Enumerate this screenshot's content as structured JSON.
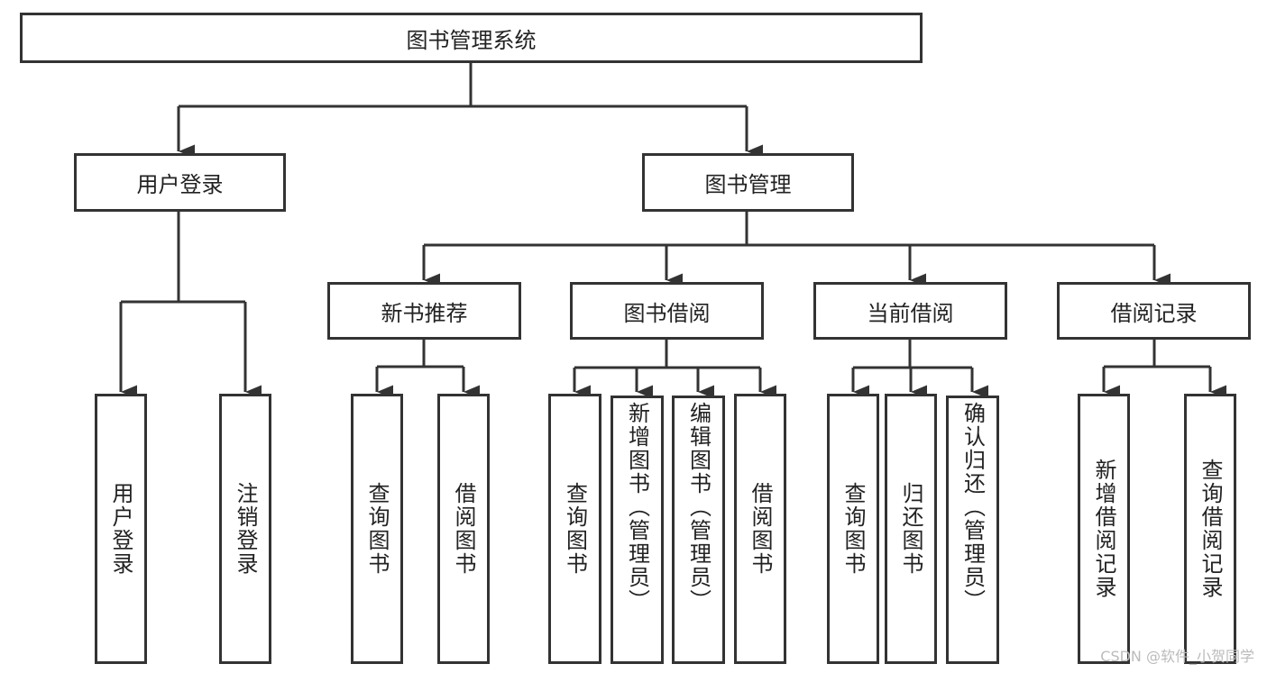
{
  "root": "图书管理系统",
  "level1": {
    "user_login": "用户登录",
    "book_mgmt": "图书管理"
  },
  "level2": {
    "new_books": "新书推荐",
    "borrow": "图书借阅",
    "current": "当前借阅",
    "records": "借阅记录"
  },
  "leaves": {
    "user_login": "用户登录",
    "logout": "注销登录",
    "nb_query": "查询图书",
    "nb_borrow": "借阅图书",
    "br_query": "查询图书",
    "br_add": "新增图书（管理员）",
    "br_edit": "编辑图书（管理员）",
    "br_borrow": "借阅图书",
    "cur_query": "查询图书",
    "cur_return": "归还图书",
    "cur_confirm": "确认归还（管理员）",
    "rec_add": "新增借阅记录",
    "rec_query": "查询借阅记录"
  },
  "watermark": "CSDN @软件_小贺同学",
  "colors": {
    "line": "#333333",
    "box_fill": "#ffffff"
  }
}
